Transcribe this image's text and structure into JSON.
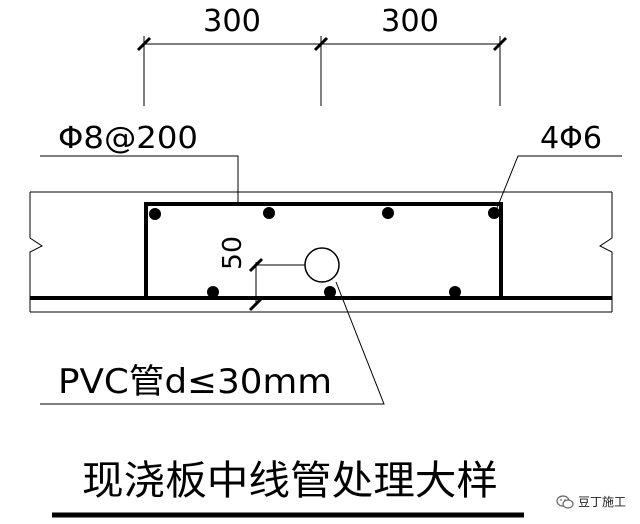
{
  "dimensions": {
    "left_span": "300",
    "right_span": "300"
  },
  "labels": {
    "top_bars": "Φ8@200",
    "corner_bars": "4Φ6",
    "cover_dim": "50",
    "pvc_pipe": "PVC管d≤30mm"
  },
  "title": "现浇板中线管处理大样",
  "watermark": {
    "text": "豆丁施工",
    "icon": "wechat-icon"
  }
}
